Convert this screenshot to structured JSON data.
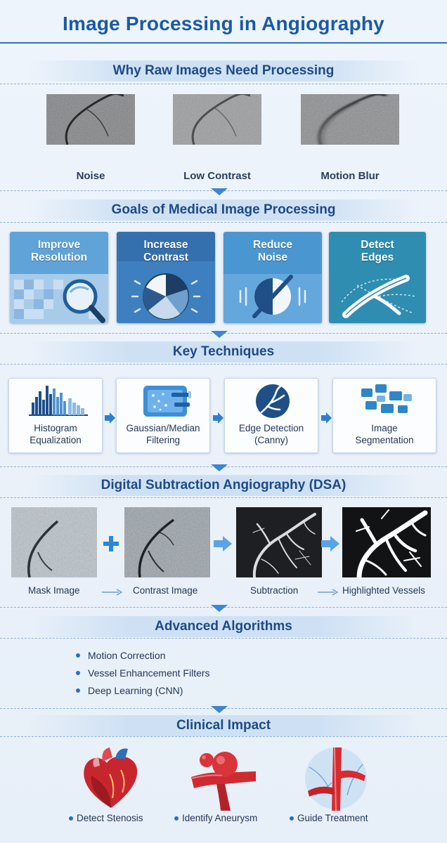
{
  "title": "Image Processing in Angiography",
  "sections": {
    "raw": {
      "title": "Why Raw Images Need Processing",
      "items": [
        {
          "label": "Noise"
        },
        {
          "label": "Low Contrast"
        },
        {
          "label": "Motion Blur"
        }
      ]
    },
    "goals": {
      "title": "Goals of Medical Image Processing",
      "items": [
        {
          "line1": "Improve",
          "line2": "Resolution",
          "icon": "magnifier-icon",
          "color": "#5fa3d9"
        },
        {
          "line1": "Increase",
          "line2": "Contrast",
          "icon": "pie-contrast-icon",
          "color": "#3e7fbf"
        },
        {
          "line1": "Reduce",
          "line2": "Noise",
          "icon": "noise-off-icon",
          "color": "#4a96d1"
        },
        {
          "line1": "Detect",
          "line2": "Edges",
          "icon": "edge-icon",
          "color": "#2e8db0"
        }
      ]
    },
    "techniques": {
      "title": "Key Techniques",
      "items": [
        {
          "line1": "Histogram",
          "line2": "Equalization",
          "icon": "histogram-icon"
        },
        {
          "line1": "Gaussian/Median",
          "line2": "Filtering",
          "icon": "filter-icon"
        },
        {
          "line1": "Edge Detection",
          "line2": "(Canny)",
          "icon": "vessel-edge-icon"
        },
        {
          "line1": "Image",
          "line2": "Segmentation",
          "icon": "segmentation-icon"
        }
      ]
    },
    "dsa": {
      "title": "Digital Subtraction Angiography (DSA)",
      "items": [
        {
          "label": "Mask Image"
        },
        {
          "label": "Contrast Image"
        },
        {
          "label": "Subtraction"
        },
        {
          "label": "Highlighted Vessels"
        }
      ]
    },
    "advanced": {
      "title": "Advanced Algorithms",
      "items": [
        "Motion Correction",
        "Vessel Enhancement Filters",
        "Deep Learning (CNN)"
      ]
    },
    "impact": {
      "title": "Clinical Impact",
      "items": [
        {
          "label": "Detect Stenosis",
          "icon": "heart-icon"
        },
        {
          "label": "Identify Aneurysm",
          "icon": "aneurysm-icon"
        },
        {
          "label": "Guide Treatment",
          "icon": "artery-icon"
        }
      ]
    }
  },
  "colors": {
    "title": "#1a5aa6",
    "heading": "#1e4a86",
    "accent": "#3e86cf"
  }
}
